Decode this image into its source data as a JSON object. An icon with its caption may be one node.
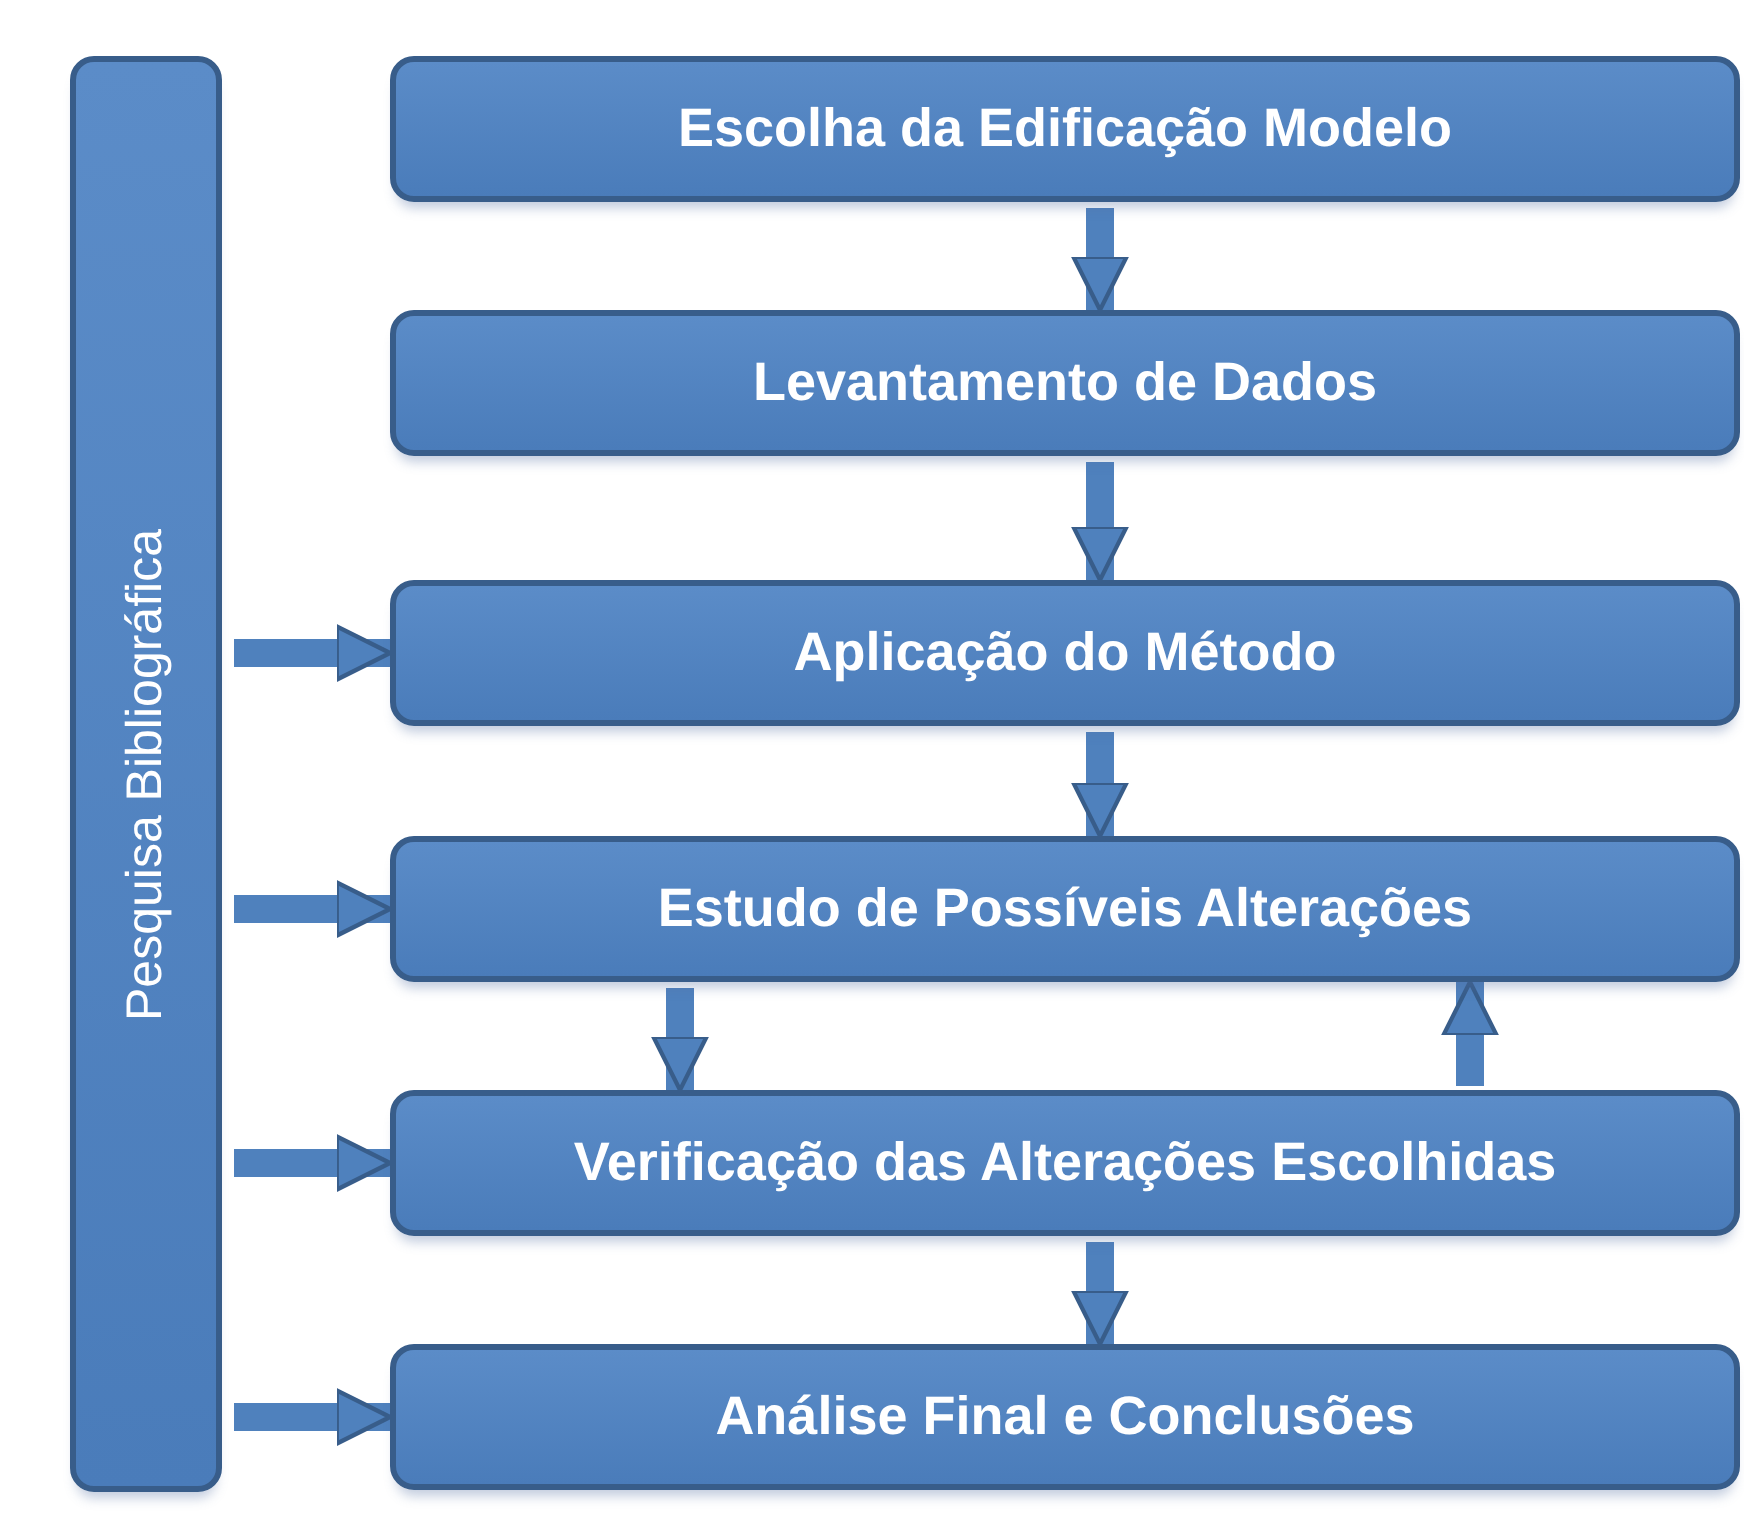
{
  "diagram": {
    "nodes": [
      {
        "text": [
          "Pesquisa Bibliográfica"
        ]
      },
      {
        "text": [
          "Escolha da Edificação Modelo"
        ]
      },
      {
        "text": [
          "Levantamento de Dados"
        ]
      },
      {
        "text": [
          "Aplicação do Método"
        ]
      },
      {
        "text": [
          "Estudo de Possíveis Alterações"
        ]
      },
      {
        "text": [
          "Verificação das Alterações Escolhidas"
        ]
      },
      {
        "text": [
          "Análise Final e Conclusões"
        ]
      }
    ],
    "edges": [
      {
        "from": 1,
        "to": 2,
        "arrow": "to"
      },
      {
        "from": 2,
        "to": 3,
        "arrow": "to"
      },
      {
        "from": 0,
        "to": 3,
        "arrow": "to"
      },
      {
        "from": 3,
        "to": 4,
        "arrow": "to"
      },
      {
        "from": 0,
        "to": 4,
        "arrow": "to"
      },
      {
        "from": 4,
        "to": 5,
        "arrow": "to"
      },
      {
        "from": 5,
        "to": 4,
        "arrow": "to"
      },
      {
        "from": 0,
        "to": 5,
        "arrow": "to"
      },
      {
        "from": 5,
        "to": 6,
        "arrow": "to"
      },
      {
        "from": 0,
        "to": 6,
        "arrow": "to"
      }
    ]
  }
}
